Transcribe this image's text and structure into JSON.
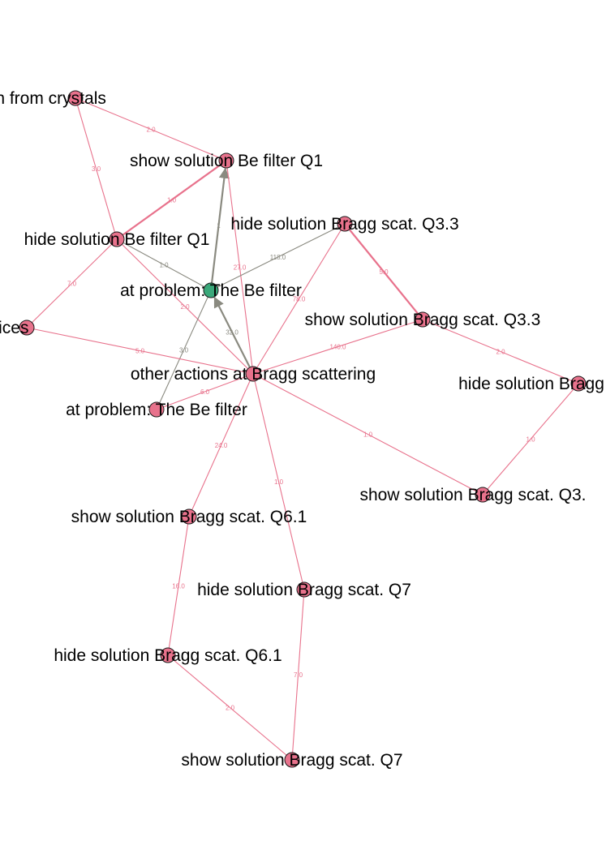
{
  "colors": {
    "pink_node": "#e8728c",
    "green_node": "#3aa87a",
    "pink_edge": "#e8728c",
    "gray_edge": "#8a8a80",
    "node_stroke": "#1a1a1a"
  },
  "nodes": [
    {
      "id": "crystals",
      "label": "es in diffraction from crystals",
      "color": "pink"
    },
    {
      "id": "show_be_q1",
      "label": "show solution Be filter Q1",
      "color": "pink"
    },
    {
      "id": "hide_be_q1",
      "label": "hide solution Be filter Q1",
      "color": "pink"
    },
    {
      "id": "hide_bragg_q33",
      "label": "hide solution Bragg scat. Q3.3",
      "color": "pink"
    },
    {
      "id": "at_be_green",
      "label": "at problem: The Be filter",
      "color": "green"
    },
    {
      "id": "bravais",
      "label": "attering from Bravais lattices",
      "color": "pink"
    },
    {
      "id": "show_bragg_q33",
      "label": "show solution Bragg scat. Q3.3",
      "color": "pink"
    },
    {
      "id": "other_bragg",
      "label": "other actions at Bragg scattering",
      "color": "pink"
    },
    {
      "id": "hide_bragg_right",
      "label": "hide solution Bragg",
      "color": "pink"
    },
    {
      "id": "at_be_pink",
      "label": "at problem: The Be filter",
      "color": "pink"
    },
    {
      "id": "show_bragg_q3x",
      "label": "show solution Bragg scat. Q3.",
      "color": "pink"
    },
    {
      "id": "show_bragg_q61",
      "label": "show solution Bragg scat. Q6.1",
      "color": "pink"
    },
    {
      "id": "hide_bragg_q7",
      "label": "hide solution Bragg scat. Q7",
      "color": "pink"
    },
    {
      "id": "hide_bragg_q61",
      "label": "hide solution Bragg scat. Q6.1",
      "color": "pink"
    },
    {
      "id": "show_bragg_q7",
      "label": "show solution Bragg scat. Q7",
      "color": "pink"
    }
  ],
  "edges": [
    {
      "source": "crystals",
      "target": "show_be_q1",
      "weight": "2.0",
      "color": "pink",
      "width": "thin"
    },
    {
      "source": "crystals",
      "target": "hide_be_q1",
      "weight": "3.0",
      "color": "pink",
      "width": "thin"
    },
    {
      "source": "hide_be_q1",
      "target": "show_be_q1",
      "weight": "1.0",
      "color": "pink",
      "width": "thick"
    },
    {
      "source": "at_be_green",
      "target": "show_be_q1",
      "weight": "1",
      "color": "gray",
      "width": "thick",
      "arrow": true
    },
    {
      "source": "other_bragg",
      "target": "show_be_q1",
      "weight": "27.0",
      "color": "pink",
      "width": "thin"
    },
    {
      "source": "hide_be_q1",
      "target": "at_be_green",
      "weight": "1.0",
      "color": "gray",
      "width": "thin"
    },
    {
      "source": "hide_be_q1",
      "target": "bravais",
      "weight": "7.0",
      "color": "pink",
      "width": "thin"
    },
    {
      "source": "hide_be_q1",
      "target": "other_bragg",
      "weight": "2.0",
      "color": "pink",
      "width": "thin"
    },
    {
      "source": "hide_bragg_q33",
      "target": "at_be_green",
      "weight": "118.0",
      "color": "gray",
      "width": "thin"
    },
    {
      "source": "hide_bragg_q33",
      "target": "show_bragg_q33",
      "weight": "5.0",
      "color": "pink",
      "width": "thick"
    },
    {
      "source": "hide_bragg_q33",
      "target": "other_bragg",
      "weight": "78.0",
      "color": "pink",
      "width": "thin"
    },
    {
      "source": "other_bragg",
      "target": "at_be_green",
      "weight": "32.0",
      "color": "gray",
      "width": "thick",
      "arrow": true
    },
    {
      "source": "at_be_pink",
      "target": "at_be_green",
      "weight": "3.0",
      "color": "gray",
      "width": "thin"
    },
    {
      "source": "bravais",
      "target": "other_bragg",
      "weight": "5.0",
      "color": "pink",
      "width": "thin"
    },
    {
      "source": "show_bragg_q33",
      "target": "other_bragg",
      "weight": "140.0",
      "color": "pink",
      "width": "thin"
    },
    {
      "source": "show_bragg_q33",
      "target": "hide_bragg_right",
      "weight": "2.0",
      "color": "pink",
      "width": "thin"
    },
    {
      "source": "other_bragg",
      "target": "at_be_pink",
      "weight": "6.0",
      "color": "pink",
      "width": "thin"
    },
    {
      "source": "other_bragg",
      "target": "show_bragg_q3x",
      "weight": "1.0",
      "color": "pink",
      "width": "thin"
    },
    {
      "source": "hide_bragg_right",
      "target": "show_bragg_q3x",
      "weight": "1.0",
      "color": "pink",
      "width": "thin"
    },
    {
      "source": "other_bragg",
      "target": "show_bragg_q61",
      "weight": "24.0",
      "color": "pink",
      "width": "thin"
    },
    {
      "source": "other_bragg",
      "target": "hide_bragg_q7",
      "weight": "1.0",
      "color": "pink",
      "width": "thin"
    },
    {
      "source": "show_bragg_q61",
      "target": "hide_bragg_q61",
      "weight": "16.0",
      "color": "pink",
      "width": "thin"
    },
    {
      "source": "hide_bragg_q7",
      "target": "show_bragg_q7",
      "weight": "7.0",
      "color": "pink",
      "width": "thin"
    },
    {
      "source": "hide_bragg_q61",
      "target": "show_bragg_q7",
      "weight": "2.0",
      "color": "pink",
      "width": "thin"
    }
  ]
}
